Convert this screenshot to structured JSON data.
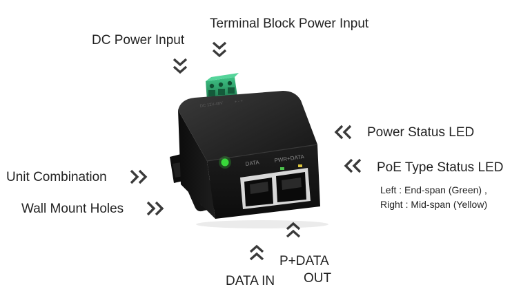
{
  "labels": {
    "terminal_block": "Terminal Block Power Input",
    "dc_power": "DC Power Input",
    "power_led": "Power Status  LED",
    "poe_led": "PoE Type Status LED",
    "poe_left": "Left  : End-span (Green) ,",
    "poe_right": "Right : Mid-span (Yellow)",
    "unit_combination": "Unit Combination",
    "wall_mount": "Wall Mount Holes",
    "data_in": "DATA IN",
    "pdata_line1": "P+DATA",
    "pdata_line2": "OUT"
  },
  "device": {
    "port_left_label": "DATA",
    "port_right_label": "PWR+DATA"
  },
  "colors": {
    "chevron": "#3a3a3a",
    "terminal_block": "#2e9e6a",
    "power_led": "#39d93a",
    "housing": "#1b1b1b"
  },
  "icons": {
    "chevron": "double-chevron-icon"
  }
}
